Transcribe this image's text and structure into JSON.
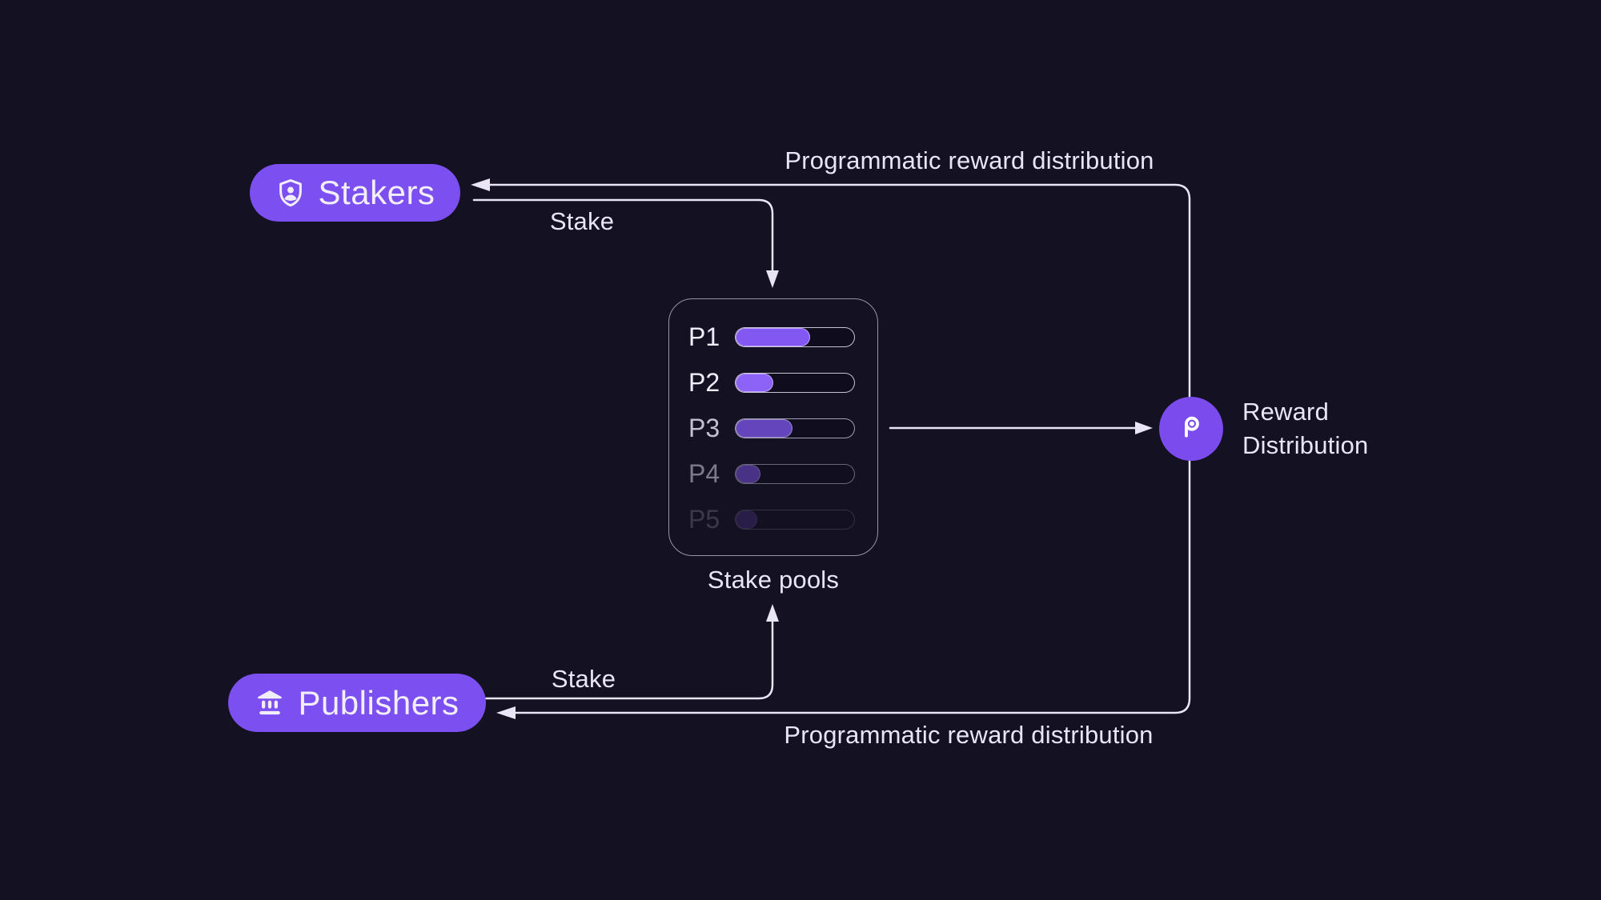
{
  "colors": {
    "background": "#131122",
    "accent_purple": "#7c4ff0",
    "line": "#e9e5f5",
    "pool_fill_purple": "#8257f2"
  },
  "stakers": {
    "label": "Stakers",
    "icon": "shield-user-icon"
  },
  "publishers": {
    "label": "Publishers",
    "icon": "bank-icon"
  },
  "stake_pools": {
    "label": "Stake pools",
    "pools": [
      {
        "name": "P1",
        "fill": "63%"
      },
      {
        "name": "P2",
        "fill": "32%"
      },
      {
        "name": "P3",
        "fill": "48%"
      },
      {
        "name": "P4",
        "fill": "21%"
      },
      {
        "name": "P5",
        "fill": "18%"
      }
    ]
  },
  "reward_distribution": {
    "label_line1": "Reward",
    "label_line2": "Distribution",
    "icon": "pyth-logo-icon"
  },
  "edges": {
    "stake_label_top": "Stake",
    "stake_label_bottom": "Stake",
    "programmatic_label_top": "Programmatic reward distribution",
    "programmatic_label_bottom": "Programmatic reward distribution"
  }
}
